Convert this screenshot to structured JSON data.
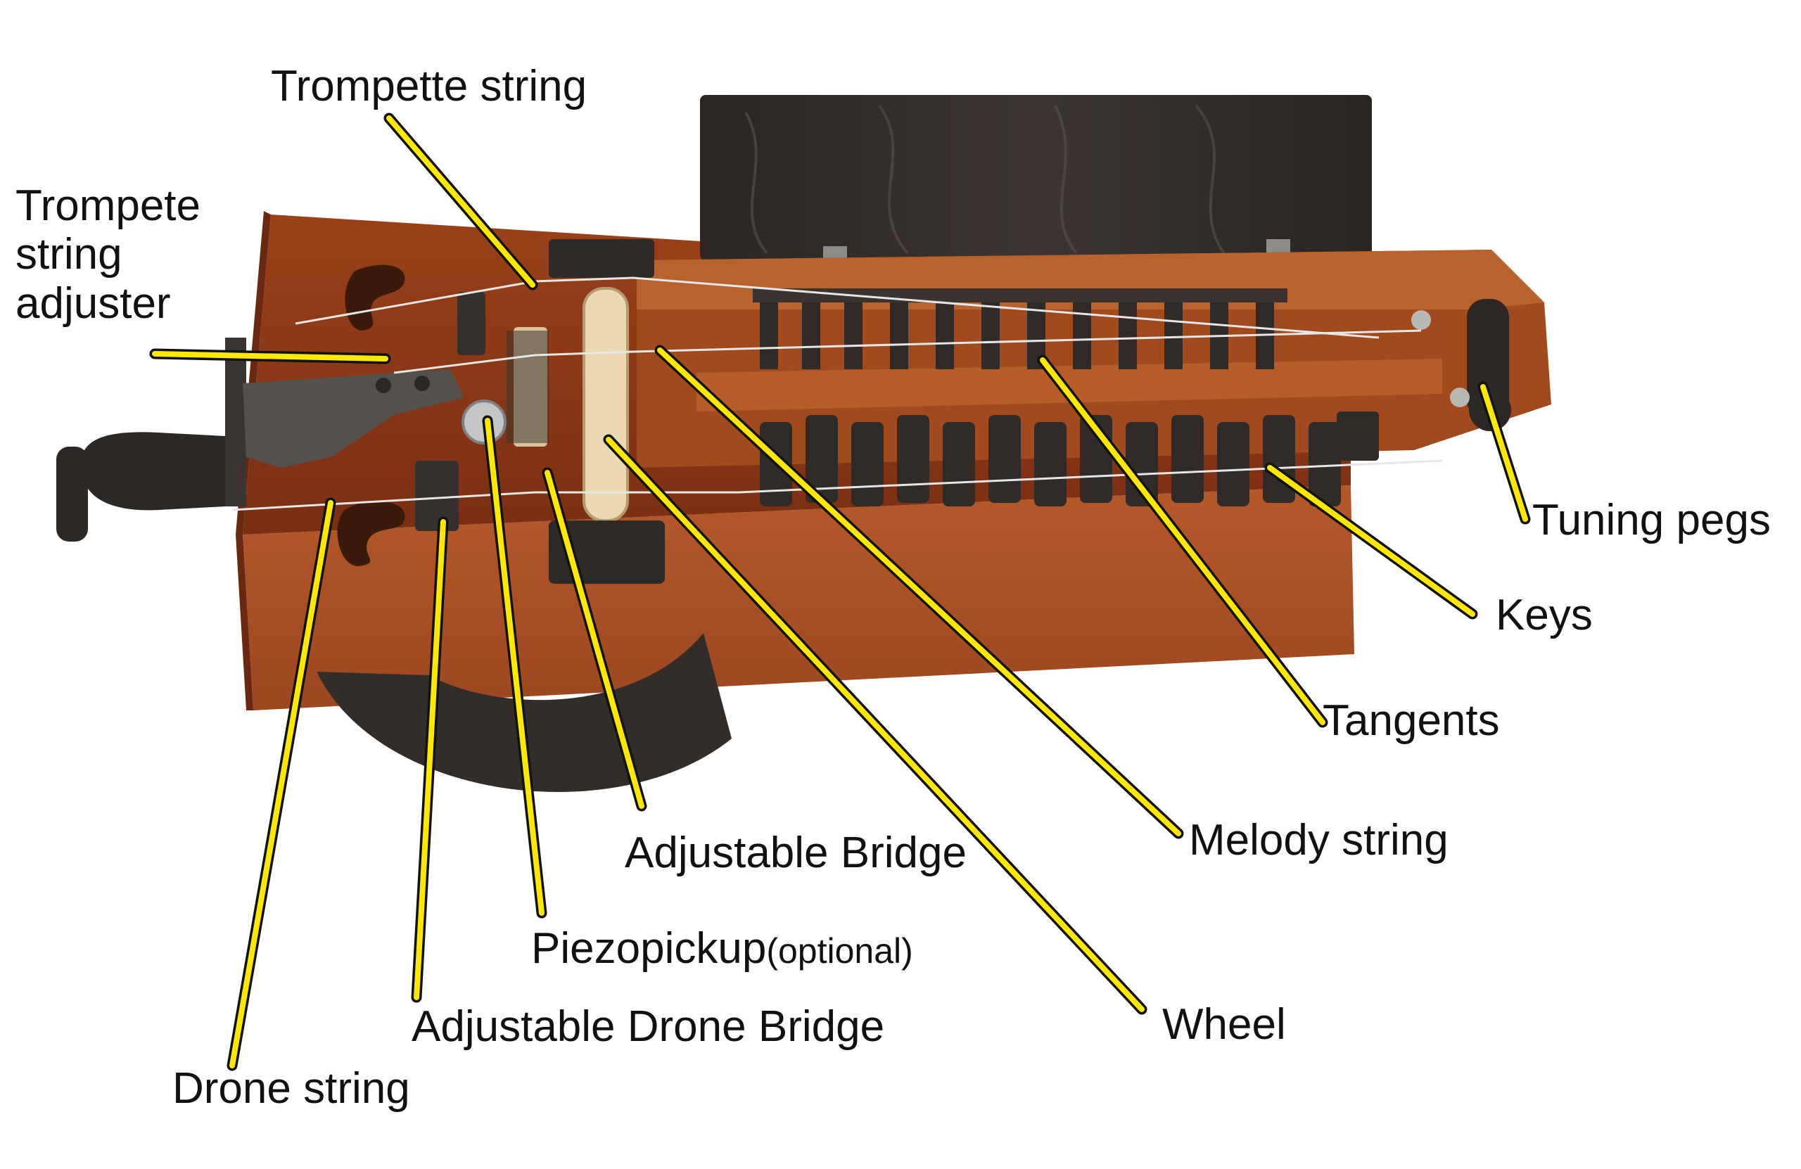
{
  "colors": {
    "leader_line": "#ffe800",
    "leader_outline": "#111111",
    "wood": "#8f3a18",
    "wood_dark": "#6a2810",
    "wood_light": "#b8622d",
    "lid": "#2f2a27",
    "keys": "#2e2b29",
    "wheel": "#e9d8b0",
    "background": "#ffffff"
  },
  "labels": {
    "trompette_string": "Trompette string",
    "trompete_string_adjuster": "Trompete string adjuster",
    "tuning_pegs": "Tuning pegs",
    "keys": "Keys",
    "tangents": "Tangents",
    "melody_string": "Melody string",
    "adjustable_bridge": "Adjustable Bridge",
    "piezopickup": "Piezopickup",
    "piezopickup_note": "(optional)",
    "wheel": "Wheel",
    "adjustable_drone_bridge": "Adjustable Drone Bridge",
    "drone_string": "Drone string"
  }
}
